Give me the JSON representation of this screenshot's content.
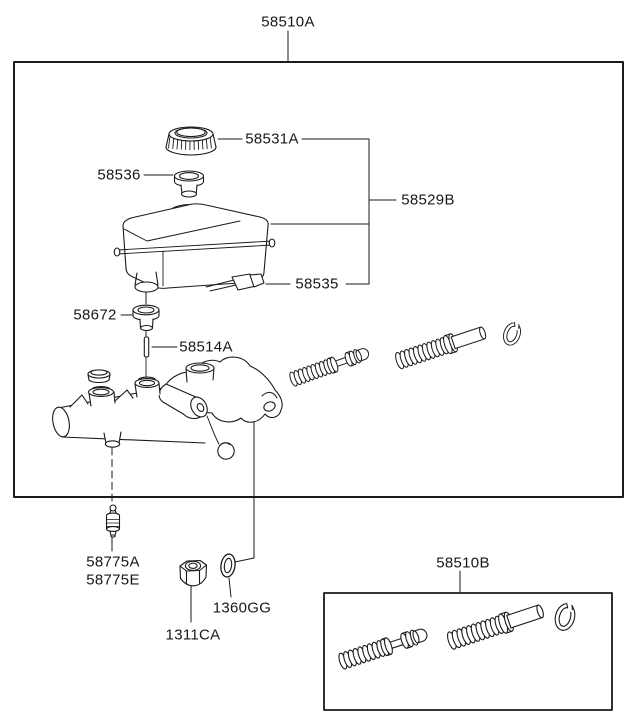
{
  "diagram": {
    "kind": "parts-diagram",
    "background": "#ffffff",
    "line_color": "#1a1a1a",
    "labels": {
      "p58510a": "58510A",
      "p58531a": "58531A",
      "p58536": "58536",
      "p58529b": "58529B",
      "p58535": "58535",
      "p58672": "58672",
      "p58514a": "58514A",
      "p58775a": "58775A",
      "p58775e": "58775E",
      "p1360gg": "1360GG",
      "p1311ca": "1311CA",
      "p58510b": "58510B"
    }
  }
}
